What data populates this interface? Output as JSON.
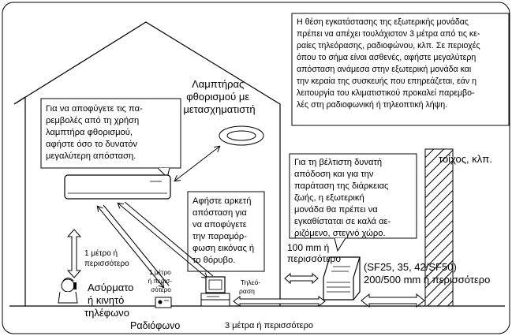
{
  "notes": {
    "outdoor_distance": [
      "Η θέση εγκατάστασης της εξωτερικής μονάδας",
      "πρέπει να απέχει τουλάχιστον 3 μέτρα από τις κε-",
      "ραίες τηλεόρασης, ραδιοφώνου, κλπ. Σε περιοχές",
      "όπου το σήμα είναι ασθενές, αφήστε μεγαλύτερη",
      "απόσταση ανάμεσα στην εξωτερική μονάδα και",
      "την κεραία της συσκευής που επηρεάζεται, εάν η",
      "λειτουργία του κλιματιστικού προκαλεί παρεμβο-",
      "λές στη ραδιοφωνική ή τηλεοπτική λήψη."
    ],
    "fluorescent_interference": [
      "Για να αποφύγετε τις πα-",
      "ρεμβολές από τη χρήση",
      "λαμπτήρα φθορισμού,",
      "αφήστε όσο το δυνατόν",
      "μεγαλύτερη απόσταση."
    ],
    "picture_distortion": [
      "Αφήστε αρκετή",
      "απόσταση για",
      "να αποφύγετε",
      "την παραμόρ-",
      "φωση εικόνας ή",
      "το θόρυβο."
    ],
    "best_performance": [
      "Για τη βέλτιστη δυνατή",
      "απόδοση και για την",
      "παράταση της διάρκειας",
      "ζωής, η εξωτερική",
      "μονάδα θα πρέπει να",
      "εγκαθίσταται σε καλά αε-",
      "ριζόμενο, στεγνό χώρο."
    ]
  },
  "labels": {
    "fluorescent_lamp": [
      "Λαμπτήρας",
      "φθορισμού με",
      "μετασχηματιστή"
    ],
    "wall": "τοίχος, κλπ.",
    "one_meter": [
      "1 μέτρο ή",
      "περισσότερο"
    ],
    "one_meter_small": [
      "1 μέτρο",
      "ή περισ-",
      "σότερο"
    ],
    "cordless_phone": [
      "Ασύρματο",
      "ή κινητό",
      "τηλέφωνο"
    ],
    "tv": [
      "Τηλεό-",
      "ραση"
    ],
    "radio": "Ραδιόφωνο",
    "three_meters": "3 μέτρα ή περισσότερο",
    "hundred_mm": [
      "100 mm ή",
      "περισσότερο"
    ],
    "models": [
      "(SF25, 35, 42/SF50)",
      "200/500 mm ή περισσότερο"
    ]
  }
}
